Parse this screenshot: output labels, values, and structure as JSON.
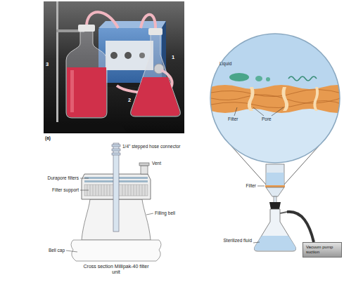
{
  "diagram": {
    "nodes": [
      {
        "text": [
          "Vacuum pump suction"
        ]
      }
    ],
    "labels": [
      "3",
      "2",
      "1",
      "(a)",
      "1/4\" stepped hose connector",
      "Vent",
      "Durapore filters",
      "Filter support",
      "Filling bell",
      "Bell cap",
      "Cross section Millipak-40 filter unit",
      "Liquid",
      "Filter",
      "Pore",
      "Filter",
      "Sterilized fluid"
    ]
  }
}
